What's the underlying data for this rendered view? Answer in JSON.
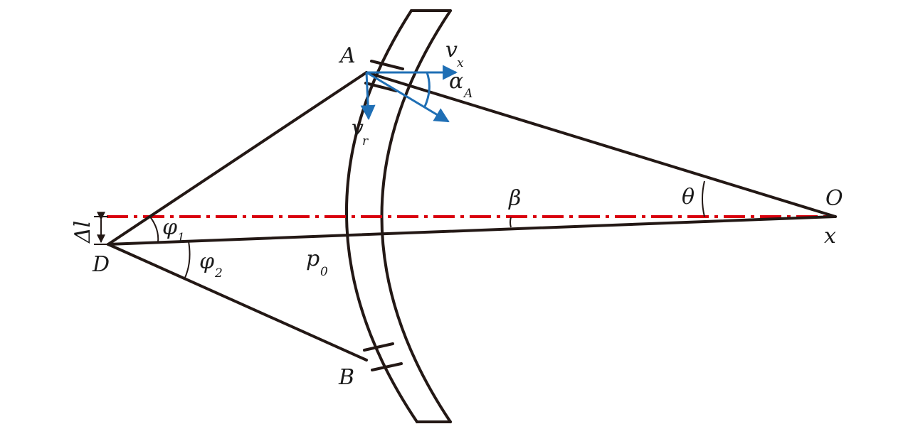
{
  "labels": {
    "point_a": "A",
    "point_b": "B",
    "point_d": "D",
    "point_o": "O",
    "axis_x": "x",
    "p0": "p",
    "p0_sub": "0",
    "beta": "β",
    "theta": "θ",
    "phi1": "φ",
    "phi1_sub": "1",
    "phi2": "φ",
    "phi2_sub": "2",
    "vx": "v",
    "vx_sub": "x",
    "vr": "v",
    "vr_sub": "r",
    "alpha_a": "α",
    "alpha_a_sub": "A",
    "delta_l": "Δl"
  },
  "colors": {
    "lines": "#231815",
    "axis": "#d9000d",
    "vectors": "#1f6fb5"
  }
}
